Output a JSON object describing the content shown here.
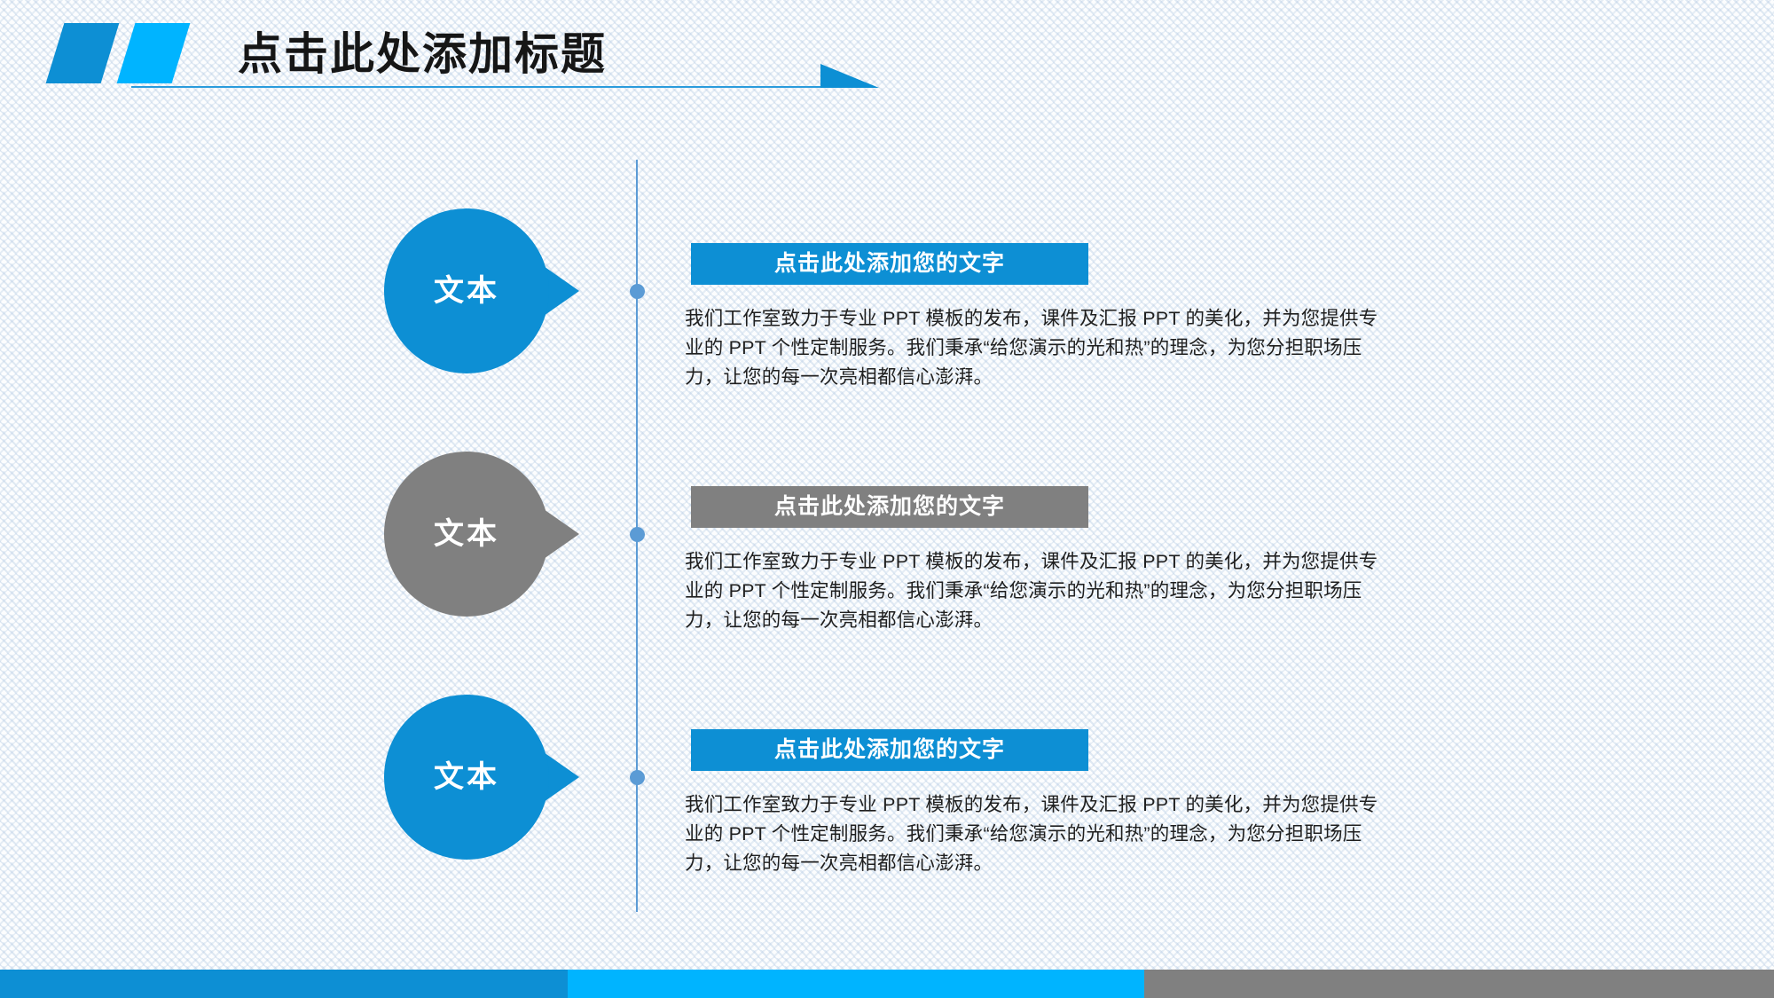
{
  "slide": {
    "title": "点击此处添加标题",
    "accent_blue": "#0d8fd4",
    "accent_light_blue": "#00b4ff",
    "accent_gray": "#808080",
    "spine_color": "#5b9bd5"
  },
  "rows": [
    {
      "node_label": "文本",
      "heading": "点击此处添加您的文字",
      "body": "我们工作室致力于专业 PPT 模板的发布，课件及汇报 PPT 的美化，并为您提供专业的 PPT 个性定制服务。我们秉承“给您演示的光和热”的理念，为您分担职场压力，让您的每一次亮相都信心澎湃。",
      "color": "#0d8fd4"
    },
    {
      "node_label": "文本",
      "heading": "点击此处添加您的文字",
      "body": "我们工作室致力于专业 PPT 模板的发布，课件及汇报 PPT 的美化，并为您提供专业的 PPT 个性定制服务。我们秉承“给您演示的光和热”的理念，为您分担职场压力，让您的每一次亮相都信心澎湃。",
      "color": "#808080"
    },
    {
      "node_label": "文本",
      "heading": "点击此处添加您的文字",
      "body": "我们工作室致力于专业 PPT 模板的发布，课件及汇报 PPT 的美化，并为您提供专业的 PPT 个性定制服务。我们秉承“给您演示的光和热”的理念，为您分担职场压力，让您的每一次亮相都信心澎湃。",
      "color": "#0d8fd4"
    }
  ],
  "footer": {
    "segment_1_color": "#0d8fd4",
    "segment_2_color": "#00b4ff",
    "segment_3_color": "#808080"
  }
}
